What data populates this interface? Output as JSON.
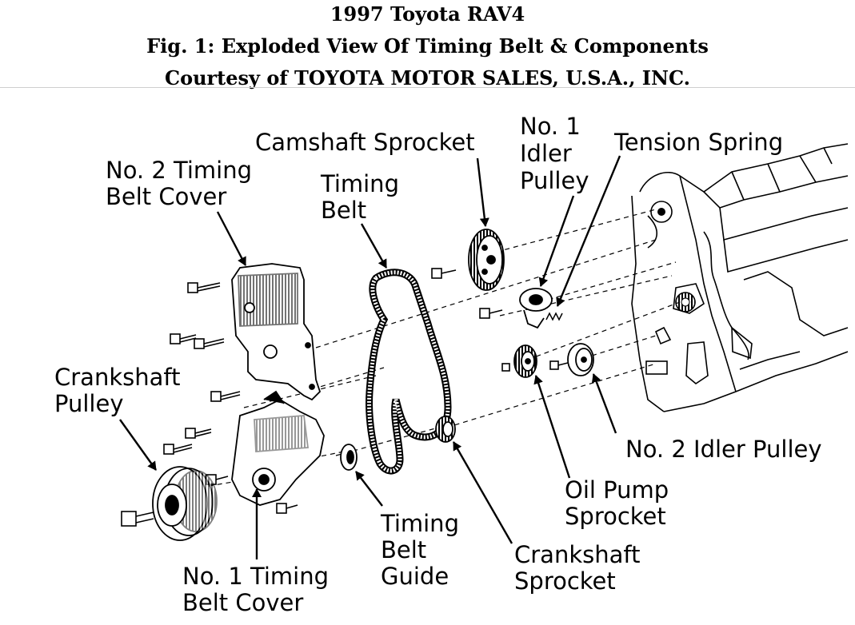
{
  "header": {
    "line1": "1997 Toyota RAV4",
    "line2": "Fig. 1: Exploded View Of Timing Belt & Components",
    "line3": "Courtesy of TOYOTA MOTOR SALES, U.S.A., INC."
  },
  "labels": {
    "camshaft_sprocket": [
      "Camshaft Sprocket"
    ],
    "no1_idler_pulley": [
      "No. 1",
      "Idler",
      "Pulley"
    ],
    "tension_spring": [
      "Tension Spring"
    ],
    "no2_timing_belt_cover": [
      "No. 2 Timing",
      "Belt Cover"
    ],
    "timing_belt": [
      "Timing",
      "Belt"
    ],
    "crankshaft_pulley": [
      "Crankshaft",
      "Pulley"
    ],
    "no2_idler_pulley": [
      "No. 2 Idler Pulley"
    ],
    "oil_pump_sprocket": [
      "Oil Pump",
      "Sprocket"
    ],
    "timing_belt_guide": [
      "Timing",
      "Belt",
      "Guide"
    ],
    "crankshaft_sprocket": [
      "Crankshaft",
      "Sprocket"
    ],
    "no1_timing_belt_cover": [
      "No. 1 Timing",
      "Belt Cover"
    ]
  },
  "colors": {
    "ink": "#000000",
    "background": "#ffffff",
    "rule": "#cfcfcf"
  }
}
